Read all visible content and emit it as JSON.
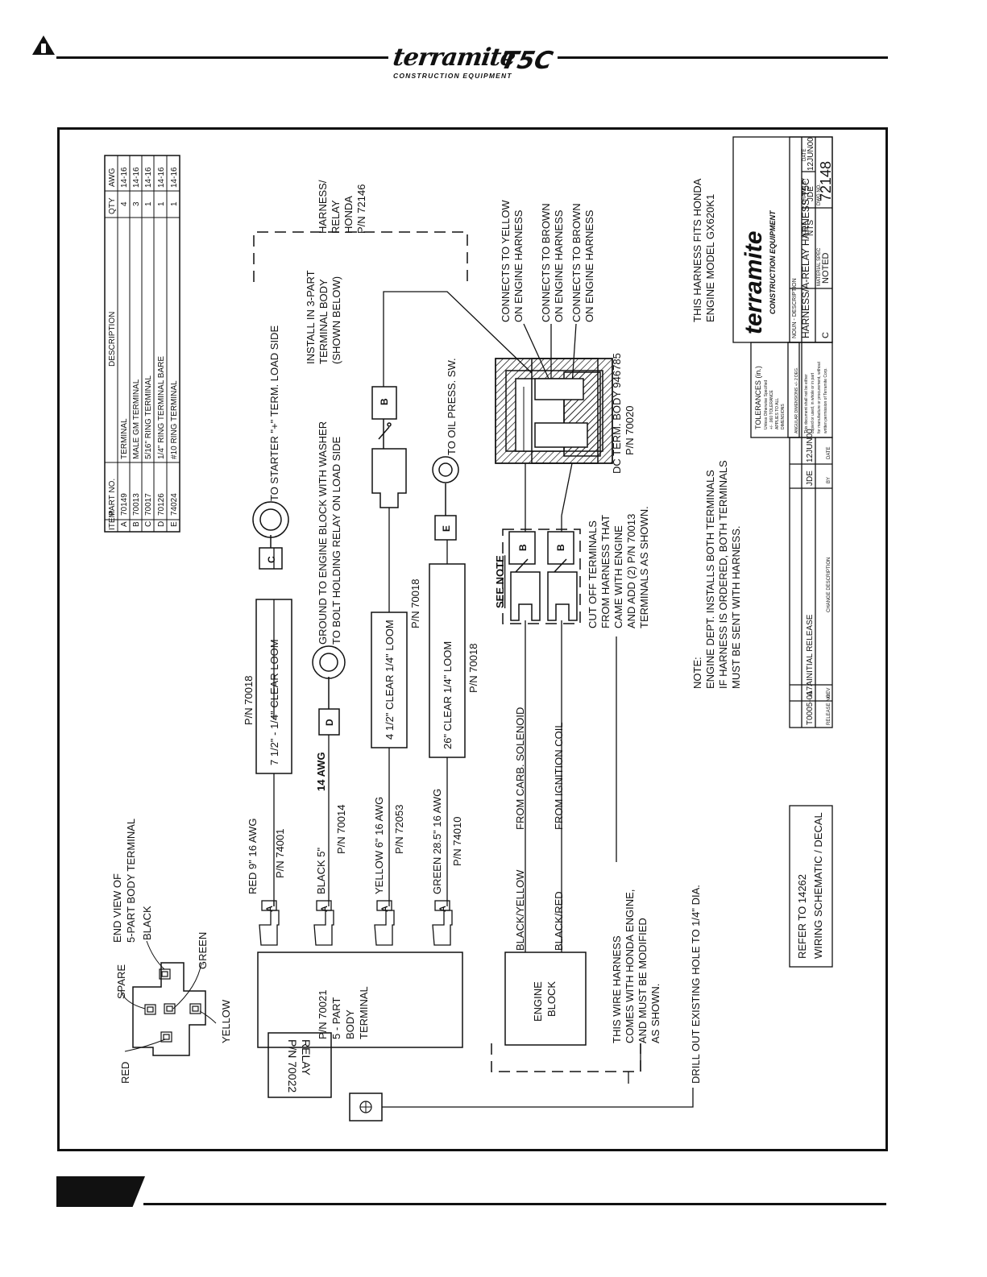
{
  "header": {
    "brand": "terramite",
    "brand_sub": "CONSTRUCTION EQUIPMENT",
    "model": "T5C"
  },
  "diagram": {
    "relay": {
      "title": "RELAY",
      "pn": "P/N 70022"
    },
    "body_terminal": {
      "line1": "P/N 70021",
      "line2": "5 - PART",
      "line3": "BODY",
      "line4": "TERMINAL"
    },
    "engine_block": {
      "line1": "ENGINE",
      "line2": "BLOCK"
    },
    "end_view": {
      "title1": "END VIEW OF",
      "title2": "5-PART BODY TERMINAL",
      "labels": {
        "spare": "SPARE",
        "black": "BLACK",
        "green": "GREEN",
        "yellow": "YELLOW",
        "red": "RED"
      }
    },
    "drill_note": "DRILL OUT EXISTING HOLE TO 1/4\" DIA.",
    "wires": {
      "red": {
        "spec": "RED 9\"     16 AWG",
        "pn": "P/N 74001"
      },
      "black": {
        "spec": "BLACK  5\"",
        "awg": "14 AWG",
        "pn": "P/N 70014"
      },
      "yellow": {
        "spec": "YELLOW 6\"        16 AWG",
        "pn": "P/N 72053"
      },
      "green": {
        "spec": "GREEN 28.5\"     16 AWG",
        "pn": "P/N 74010"
      },
      "black_yellow": {
        "color": "BLACK/YELLOW",
        "from": "FROM CARB. SOLENOID"
      },
      "black_red": {
        "color": "BLACK/RED",
        "from": "FROM IGNITION COIL"
      }
    },
    "looms": {
      "red_loom": {
        "label": "7 1/2\" - 1/4\" CLEAR LOOM",
        "pn": "P/N 70018"
      },
      "yellow_loom": {
        "label": "4 1/2\" CLEAR 1/4\" LOOM",
        "pn": "P/N 70018"
      },
      "green_loom": {
        "label": "26\" CLEAR 1/4\" LOOM",
        "pn": "P/N 70018"
      }
    },
    "terminal_letters": {
      "a": "A",
      "b": "B",
      "c": "C",
      "d": "D",
      "e": "E"
    },
    "destinations": {
      "starter": "TO STARTER \"+\" TERM. LOAD SIDE",
      "ground1": "GROUND TO ENGINE BLOCK WITH WASHER",
      "ground2": "TO BOLT HOLDING RELAY ON LOAD SIDE",
      "oil": "TO OIL PRESS. SW."
    },
    "install_note": [
      "INSTALL IN 3-PART",
      "TERMINAL BODY",
      "(SHOWN BELOW)"
    ],
    "harness_label": [
      "HARNESS/",
      "RELAY",
      "HONDA",
      "P/N 72146"
    ],
    "see_note": "SEE NOTE",
    "cutoff_note": [
      "CUT OFF TERMINALS",
      "FROM HARNESS THAT",
      "CAME WITH ENGINE",
      "AND ADD (2) P/N 70013",
      "TERMINALS AS SHOWN."
    ],
    "honda_note": [
      "THIS WIRE HARNESS",
      "COMES WITH HONDA ENGINE,",
      "AND MUST BE MODIFIED",
      "AS SHOWN."
    ],
    "connects": [
      "CONNECTS TO YELLOW",
      "ON ENGINE HARNESS",
      "CONNECTS TO BROWN",
      "ON ENGINE HARNESS",
      "CONNECTS TO BROWN",
      "ON ENGINE HARNESS"
    ],
    "dc_body": {
      "line1": "DC TERM. BODY 946785",
      "line2": "P/N 70020"
    },
    "fits_note": [
      "THIS HARNESS FITS HONDA",
      "ENGINE MODEL GX620K1"
    ],
    "engine_note": [
      "NOTE:",
      "ENGINE DEPT. INSTALLS BOTH TERMINALS",
      "IF HARNESS IS ORDERED, BOTH TERMINALS",
      "MUST BE SENT WITH HARNESS."
    ],
    "refer_note": [
      "REFER TO 14262",
      "WIRING SCHEMATIC / DECAL"
    ]
  },
  "parts_table": {
    "headers": [
      "ITEM",
      "PART NO.",
      "DESCRIPTION",
      "QTY",
      "AWG"
    ],
    "rows": [
      [
        "A",
        "70149",
        "TERMINAL",
        "4",
        "14-16"
      ],
      [
        "B",
        "70013",
        "MALE GM TERMINAL",
        "3",
        "14-16"
      ],
      [
        "C",
        "70017",
        "5/16\" RING TERMINAL",
        "1",
        "14-16"
      ],
      [
        "D",
        "70126",
        "1/4\" RING TERMINAL  BARE",
        "1",
        "14-16"
      ],
      [
        "E",
        "74024",
        "#10 RING TERMINAL",
        "1",
        "14-16"
      ]
    ]
  },
  "title_block": {
    "company": "terramite",
    "company_sub": "CONSTRUCTION EQUIPMENT",
    "noun_label": "NOUN - DESCRIPTION",
    "noun": "HARNESS/A-RELAY HARNESS T5C",
    "material_label": "MATERIAL SPEC",
    "material": "NOTED",
    "scale_label": "SCALE",
    "scale": "NTS",
    "drawn_label": "DRAWN BY",
    "drawn": "JDE",
    "date_label": "DATE",
    "date": "12JUN00",
    "dwg_label": "DWG NO.",
    "dwg": "72148",
    "rev_letter": "C",
    "tolerances": "TOLERANCES (in.)",
    "tol_lines": [
      "Unless Otherwise Specified",
      "+/- .060 TOLERANCE",
      "APPLIES TO ALL",
      "DIMENSIONS",
      "ANGULAR DIMENSIONS +/- 2 DEG."
    ],
    "prop_lines": [
      "This document shall not be either",
      "copied or used, in whole or in part",
      "for manufacture or procurement, without",
      "written permission of Terramite Corp."
    ]
  },
  "revisions": {
    "headers": [
      "RELEASE NO.",
      "REV",
      "CHANGE DESCRIPTION",
      "BY",
      "DATE"
    ],
    "rows": [
      [
        "T0005-017A",
        "A",
        "INITIAL RELEASE",
        "JDE",
        "12JUN00"
      ]
    ]
  }
}
